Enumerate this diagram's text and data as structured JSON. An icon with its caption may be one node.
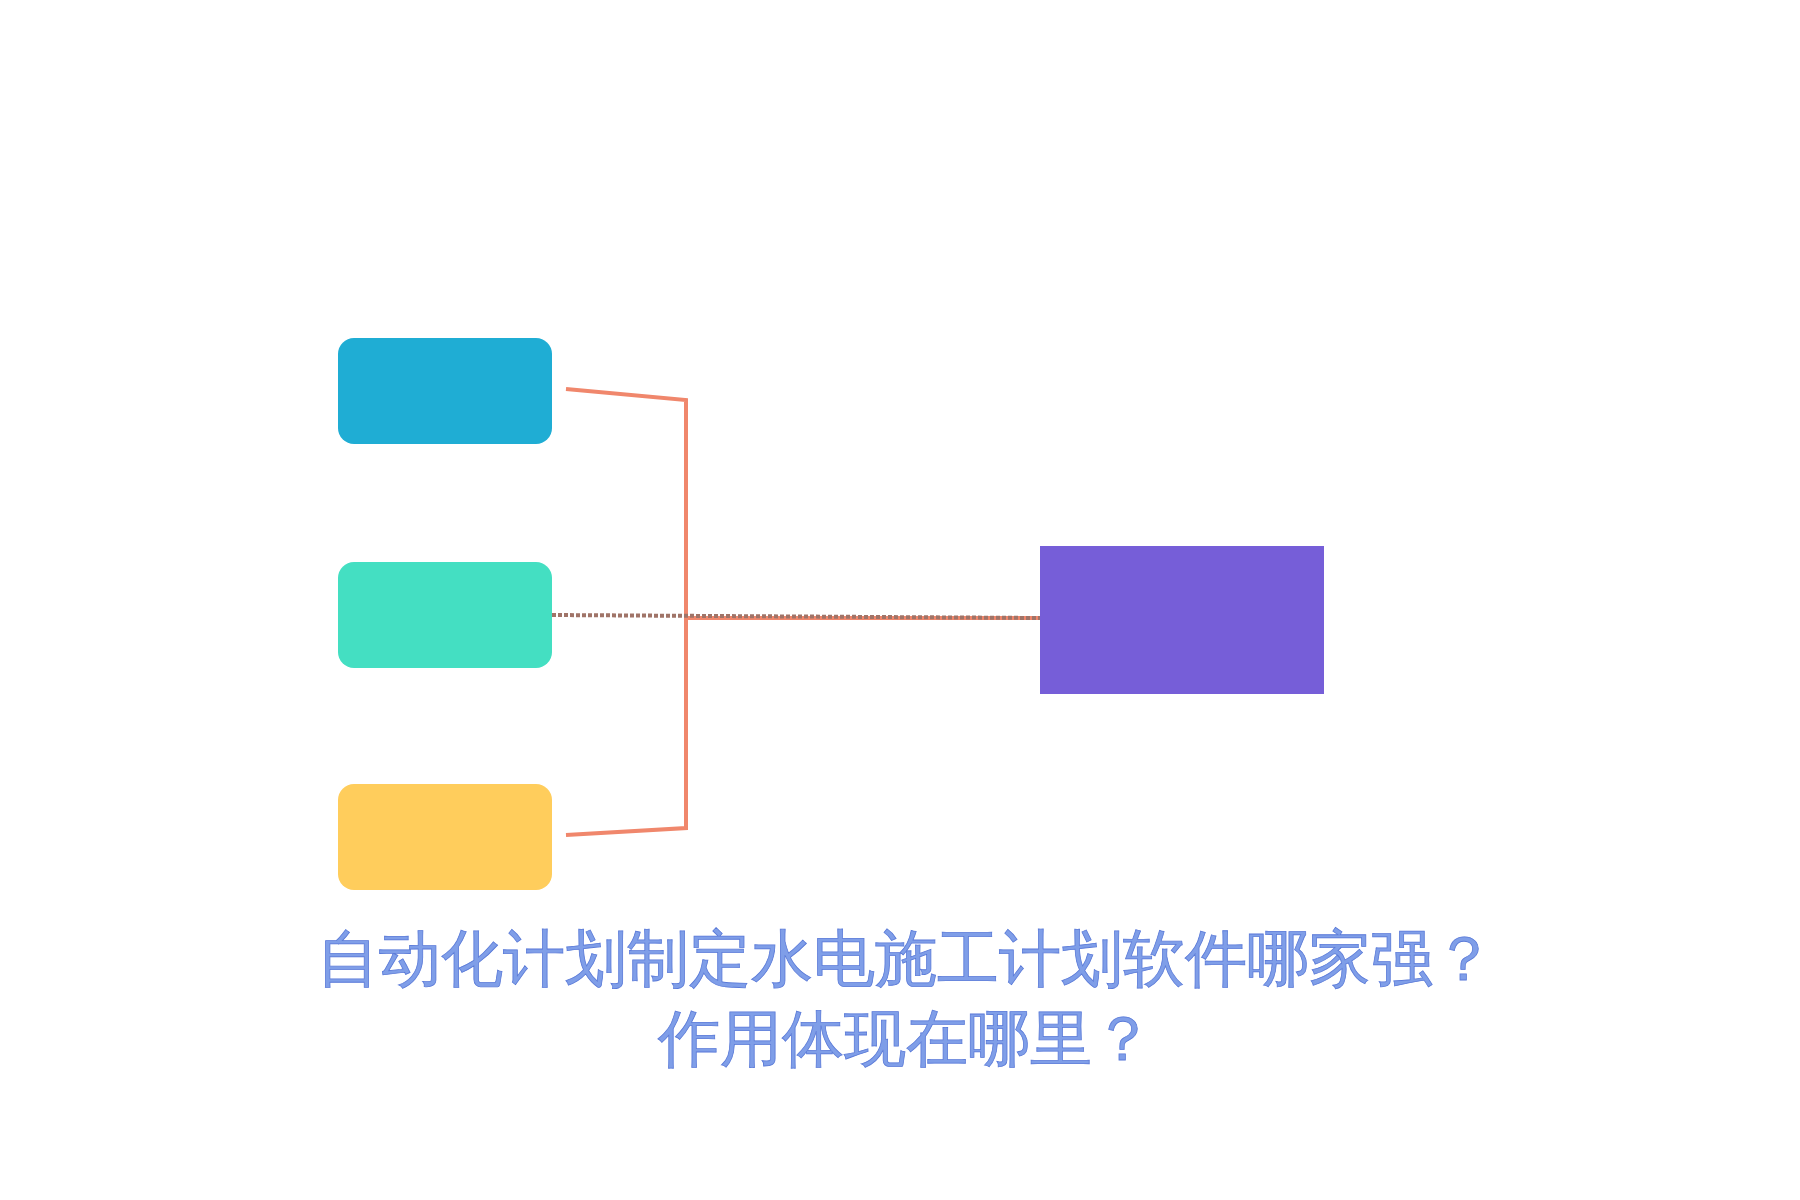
{
  "diagram": {
    "title": "自动化计划制定水电施工计划软件哪家强？作用体现在哪里？",
    "nodes": [
      {
        "text": [],
        "shape": "box"
      },
      {
        "text": [],
        "shape": "box"
      },
      {
        "text": [],
        "shape": "box"
      },
      {
        "text": [],
        "shape": "box"
      }
    ],
    "edges": [
      {
        "from": 0,
        "to": 3,
        "arrow": "none"
      },
      {
        "from": 1,
        "to": 3,
        "arrow": "none",
        "style": "dashed",
        "color": "#a07468"
      },
      {
        "from": 2,
        "to": 3,
        "arrow": "none"
      }
    ]
  }
}
